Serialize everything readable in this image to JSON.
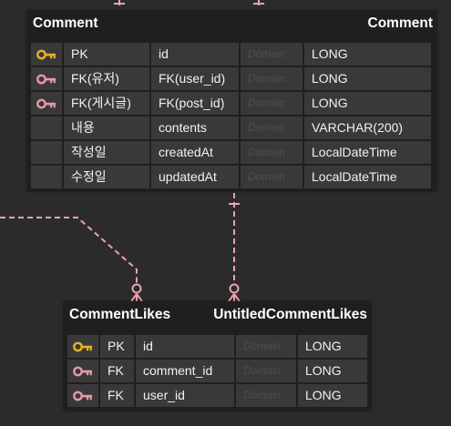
{
  "entities": {
    "comment": {
      "left_title": "Comment",
      "right_title": "Comment",
      "rows": [
        {
          "key": "primary",
          "logical": "PK",
          "physical": "id",
          "domain": "Domain",
          "type": "LONG"
        },
        {
          "key": "foreign",
          "logical": "FK(유저)",
          "physical": "FK(user_id)",
          "domain": "Domain",
          "type": "LONG"
        },
        {
          "key": "foreign",
          "logical": "FK(게시글)",
          "physical": "FK(post_id)",
          "domain": "Domain",
          "type": "LONG"
        },
        {
          "key": "none",
          "logical": "내용",
          "physical": "contents",
          "domain": "Domain",
          "type": "VARCHAR(200)"
        },
        {
          "key": "none",
          "logical": "작성일",
          "physical": "createdAt",
          "domain": "Domain",
          "type": "LocalDateTime"
        },
        {
          "key": "none",
          "logical": "수정일",
          "physical": "updatedAt",
          "domain": "Domain",
          "type": "LocalDateTime"
        }
      ]
    },
    "comment_likes": {
      "left_title": "CommentLikes",
      "right_title": "UntitledCommentLikes",
      "rows": [
        {
          "key": "primary",
          "logical": "PK",
          "physical": "id",
          "domain": "Domain",
          "type": "LONG"
        },
        {
          "key": "foreign",
          "logical": "FK",
          "physical": "comment_id",
          "domain": "Domain",
          "type": "LONG"
        },
        {
          "key": "foreign",
          "logical": "FK",
          "physical": "user_id",
          "domain": "Domain",
          "type": "LONG"
        }
      ]
    }
  },
  "colors": {
    "canvas": "#2b2b2b",
    "entity_background": "#1f1f1f",
    "cell": "#393939",
    "primary_key_row": "#5e3c24",
    "primary_key_icon": "#e8b320",
    "foreign_key_icon": "#e89aa6",
    "relationship_line": "#e8a4ad"
  },
  "icons": {
    "primary": "key-icon",
    "foreign": "foreign-key-icon"
  }
}
